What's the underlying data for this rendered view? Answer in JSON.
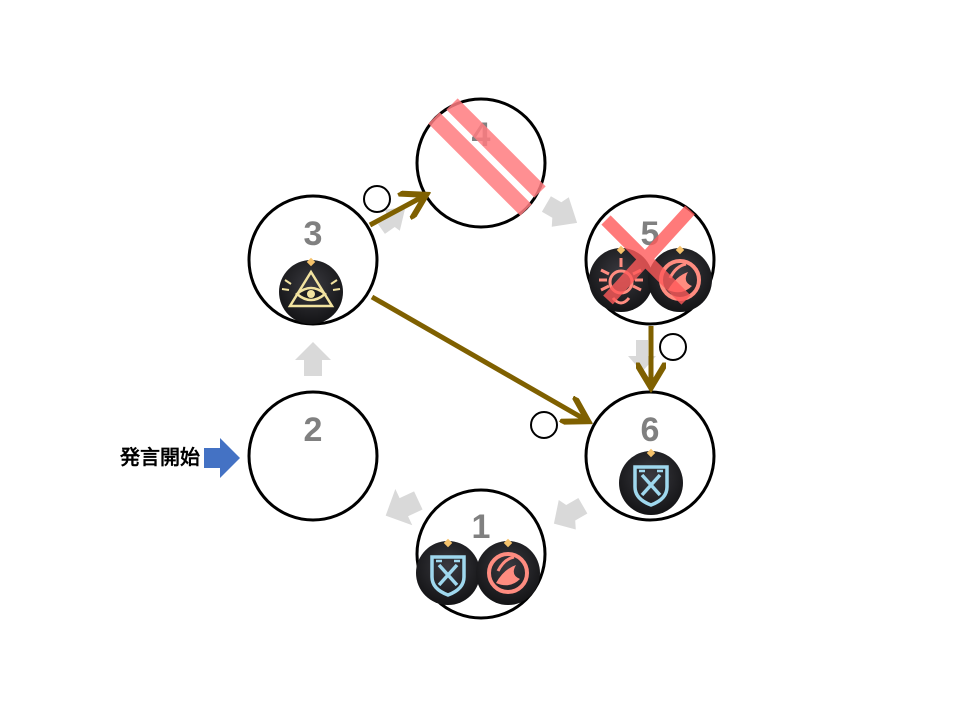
{
  "start_label": "発言開始",
  "seats": [
    {
      "number": "1",
      "badges": [
        "shield-swords-icon",
        "flame-swirl-icon"
      ],
      "crossed": "none"
    },
    {
      "number": "2",
      "badges": [],
      "crossed": "none"
    },
    {
      "number": "3",
      "badges": [
        "all-seeing-eye-icon"
      ],
      "crossed": "none"
    },
    {
      "number": "4",
      "badges": [],
      "crossed": "double-slash"
    },
    {
      "number": "5",
      "badges": [
        "sun-face-icon",
        "flame-swirl-icon"
      ],
      "crossed": "x-mark"
    },
    {
      "number": "6",
      "badges": [
        "shield-swords-icon"
      ],
      "crossed": "none"
    }
  ],
  "colors": {
    "circle_stroke": "#000000",
    "number": "#808080",
    "gray_arrow": "#d9d9d9",
    "brown_arrow": "#7f6000",
    "start_arrow": "#4472c4",
    "strike": "#ff7c80",
    "badge_bg": "#1e1e22",
    "badge_blue": "#9fd8ee",
    "badge_red": "#ff8c80",
    "badge_gold": "#f2e3a0"
  }
}
